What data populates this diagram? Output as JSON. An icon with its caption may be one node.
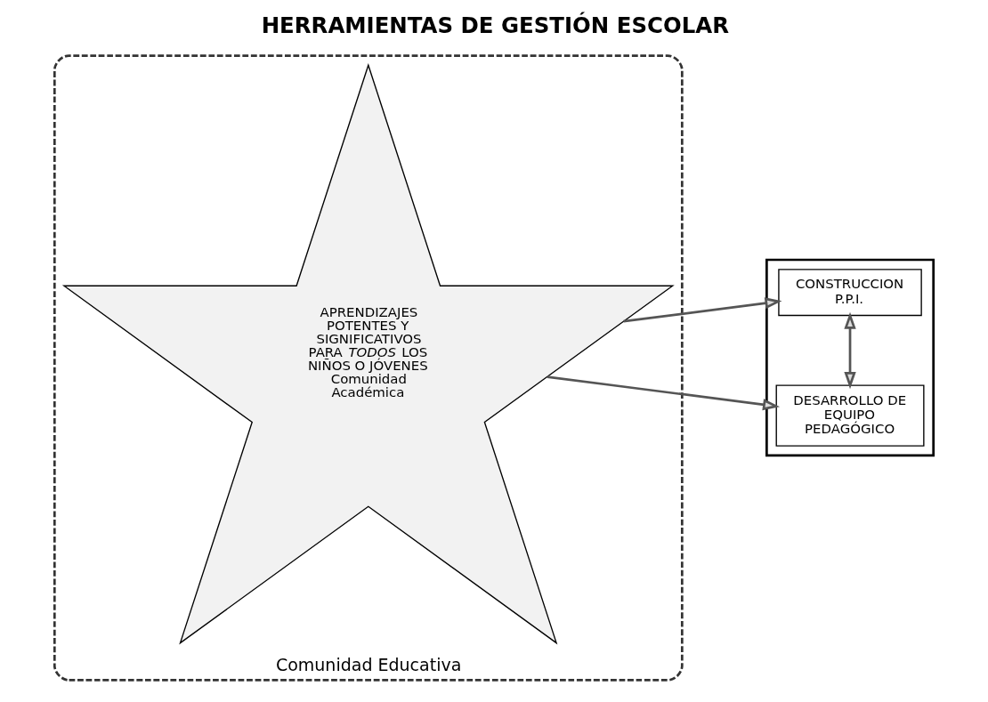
{
  "diagram": {
    "title": "HERRAMIENTAS DE GESTIÓN ESCOLAR",
    "nodes": [
      {
        "text": [
          "Comunidad Educativa"
        ]
      },
      {
        "text": [
          "APRENDIZAJES POTENTES Y SIGNIFICATIVOS PARA *TODOS* LOS NIÑOS O JÓVENES",
          "Comunidad Académica"
        ],
        "in": 0
      },
      {
        "text": [],
        "shape": "box"
      },
      {
        "text": [
          "CONSTRUCCION P.P.I."
        ],
        "in": 2
      },
      {
        "text": [
          "DESARROLLO DE EQUIPO PEDAGÓGICO"
        ],
        "in": 2
      }
    ],
    "edges": [
      {
        "from": 1,
        "to": 3,
        "arrow": "to"
      },
      {
        "from": 1,
        "to": 4,
        "arrow": "to"
      },
      {
        "from": 3,
        "to": 4,
        "arrow": "both"
      }
    ]
  }
}
